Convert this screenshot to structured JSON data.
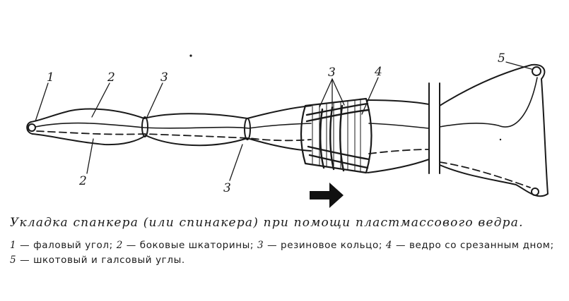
{
  "labels": {
    "head_corner": "1",
    "side_edges_top": "2",
    "side_edges_bottom": "2",
    "ring_top": "3",
    "ring_bottom": "3",
    "rings_on_bucket": "3",
    "bucket": "4",
    "sheet_tack_corners": "5"
  },
  "caption": {
    "title": "Укладка спанкера (или спинакера) при помощи пластмассового ведра.",
    "legend": [
      {
        "num": "1",
        "text": " — фаловый угол; "
      },
      {
        "num": "2",
        "text": " — боковые шкаторины; "
      },
      {
        "num": "3",
        "text": " — резиновое кольцо; "
      },
      {
        "num": "4",
        "text": " — ведро со срезанным дном; "
      },
      {
        "num": "5",
        "text": " — шкотовый и галсовый углы."
      }
    ]
  }
}
